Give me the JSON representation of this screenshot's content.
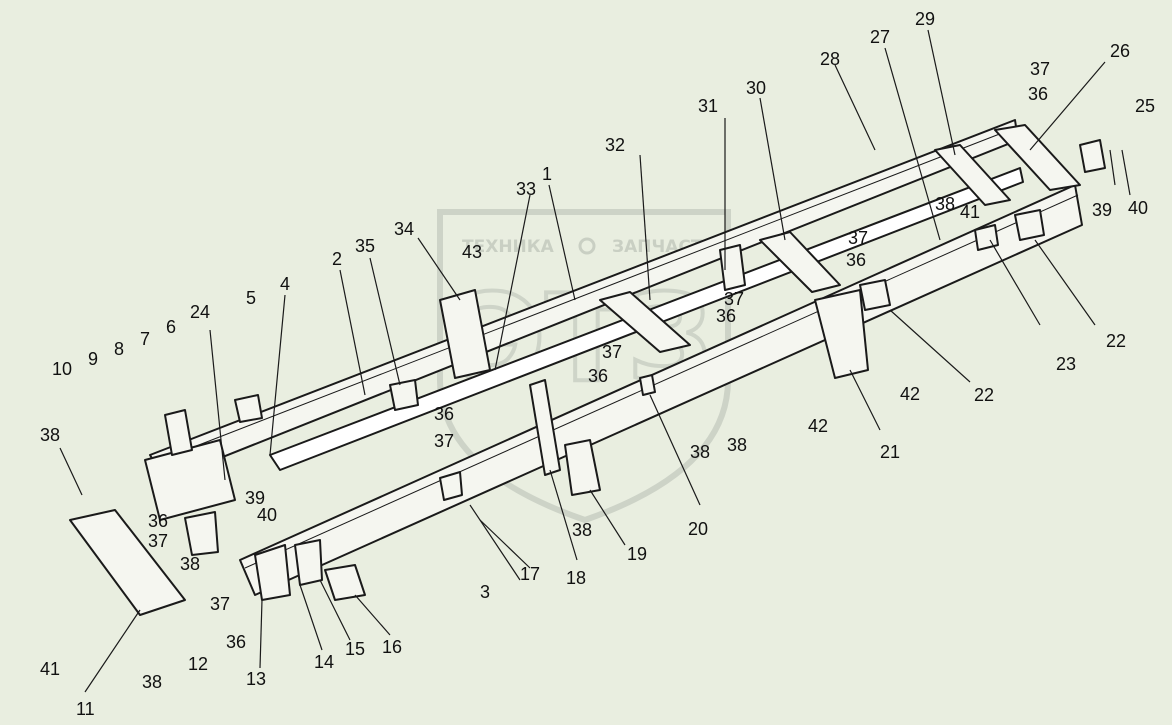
{
  "watermark": {
    "brand_left": "ТЕХНИКА",
    "brand_right": "ЗАПЧАСТИ",
    "logo_letters": "ЭТЗ"
  },
  "callouts": [
    "1",
    "2",
    "3",
    "4",
    "5",
    "6",
    "7",
    "8",
    "9",
    "10",
    "11",
    "12",
    "13",
    "14",
    "15",
    "16",
    "17",
    "18",
    "19",
    "20",
    "21",
    "22",
    "23",
    "24",
    "25",
    "26",
    "27",
    "28",
    "29",
    "30",
    "31",
    "32",
    "33",
    "34",
    "35",
    "36",
    "37",
    "38",
    "39",
    "40",
    "41",
    "42",
    "43"
  ],
  "colors": {
    "background": "#e9eee0",
    "line": "#1a1a1a",
    "watermark": "#c9cfc3"
  }
}
